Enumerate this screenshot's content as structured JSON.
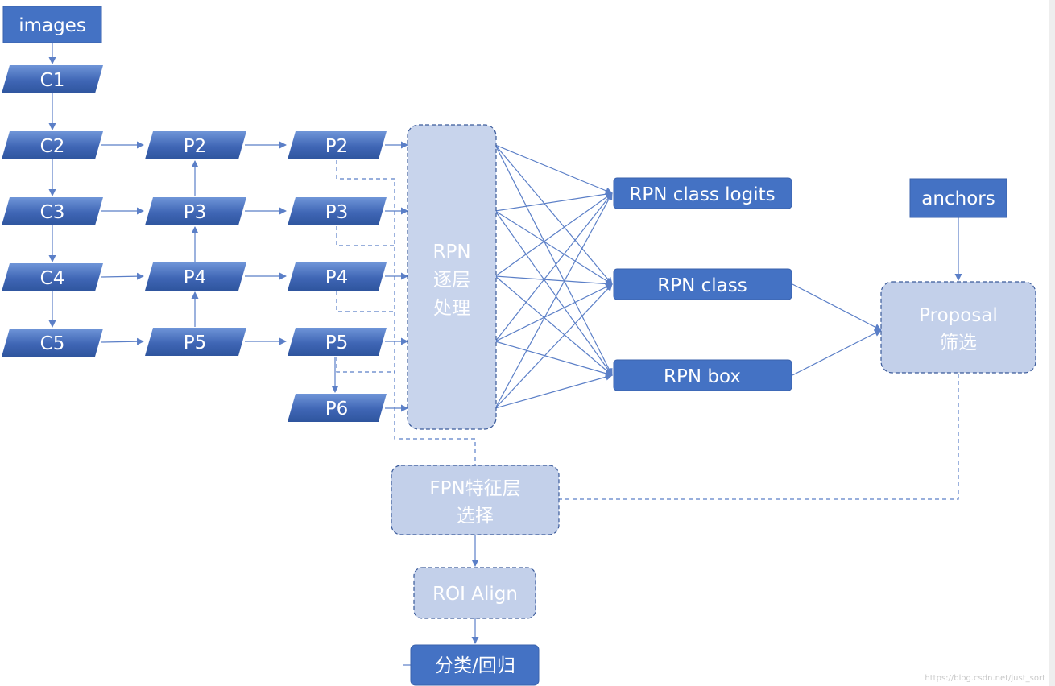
{
  "nodes": {
    "images": "images",
    "c1": "C1",
    "c2": "C2",
    "c3": "C3",
    "c4": "C4",
    "c5": "C5",
    "p2a": "P2",
    "p3a": "P3",
    "p4a": "P4",
    "p5a": "P5",
    "p2b": "P2",
    "p3b": "P3",
    "p4b": "P4",
    "p5b": "P5",
    "p6": "P6",
    "rpn_line1": "RPN",
    "rpn_line2": "逐层",
    "rpn_line3": "处理",
    "rpn_class_logits": "RPN class logits",
    "rpn_class": "RPN class",
    "rpn_box": "RPN box",
    "anchors": "anchors",
    "proposal_line1": "Proposal",
    "proposal_line2": "筛选",
    "fpn_line1": "FPN特征层",
    "fpn_line2": "选择",
    "roi_align": "ROI Align",
    "classify": "分类/回归"
  },
  "watermark": "https://blog.csdn.net/just_sort",
  "colors": {
    "box_dark": "#4472c4",
    "box_gradient_light": "#6d93d6",
    "box_pale": "#c3d0ea",
    "box_pale_border": "#3a5a9a",
    "edge": "#5b7fc7"
  }
}
